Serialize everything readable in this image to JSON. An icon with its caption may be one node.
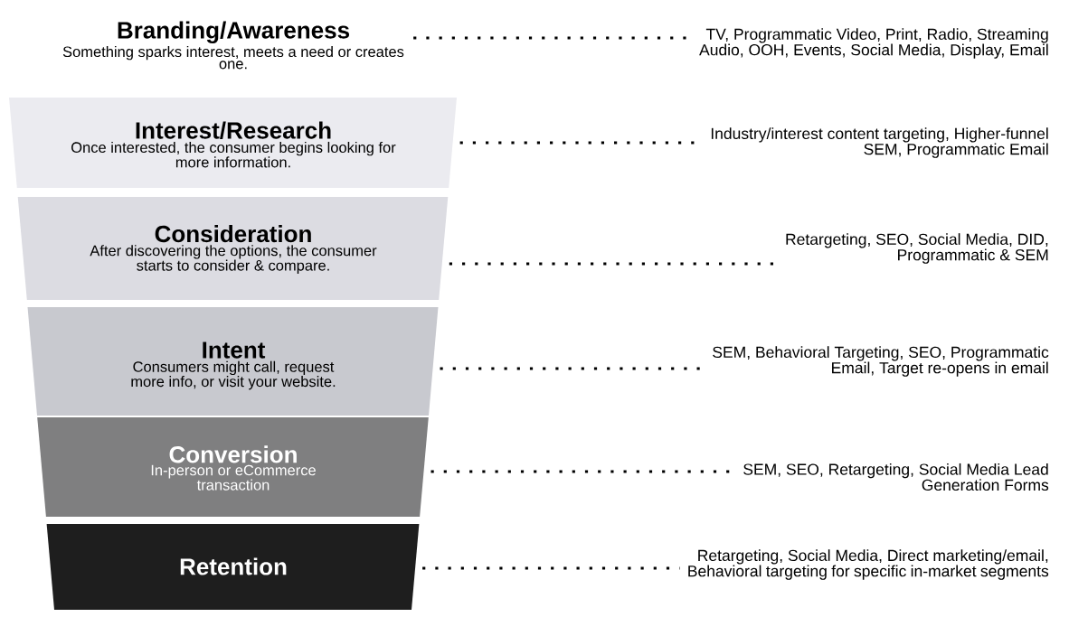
{
  "diagram": {
    "nodes": [
      {
        "text": [
          "Branding/Awareness",
          "Something sparks interest, meets a need or creates one."
        ]
      },
      {
        "text": [
          "Interest/Research",
          "Once interested, the consumer begins looking for more information."
        ]
      },
      {
        "text": [
          "Consideration",
          "After discovering the options, the consumer starts to consider & compare."
        ]
      },
      {
        "text": [
          "Intent",
          "Consumers might call, request more info, or visit your website."
        ]
      },
      {
        "text": [
          "Conversion",
          "In-person or eCommerce transaction"
        ]
      },
      {
        "text": [
          "Retention"
        ]
      },
      {
        "text": [
          "TV, Programmatic Video, Print, Radio, Streaming Audio, OOH, Events, Social Media, Display, Email"
        ]
      },
      {
        "text": [
          "Industry/interest content targeting, Higher-funnel SEM, Programmatic Email"
        ]
      },
      {
        "text": [
          "Retargeting, SEO, Social Media, DID, Programmatic & SEM"
        ]
      },
      {
        "text": [
          "SEM, Behavioral Targeting, SEO, Programmatic Email, Target re-opens in email"
        ]
      },
      {
        "text": [
          "SEM, SEO, Retargeting, Social Media Lead Generation Forms"
        ]
      },
      {
        "text": [
          "Retargeting, Social Media, Direct marketing/email, Behavioral targeting for specific in-market segments"
        ]
      }
    ],
    "edges": [
      {
        "from": 0,
        "to": 6,
        "arrow": "none",
        "style": "dashed"
      },
      {
        "from": 1,
        "to": 7,
        "arrow": "none",
        "style": "dashed"
      },
      {
        "from": 2,
        "to": 8,
        "arrow": "none",
        "style": "dashed"
      },
      {
        "from": 3,
        "to": 9,
        "arrow": "none",
        "style": "dashed"
      },
      {
        "from": 4,
        "to": 10,
        "arrow": "none",
        "style": "dashed"
      },
      {
        "from": 5,
        "to": 11,
        "arrow": "none",
        "style": "dashed"
      }
    ]
  }
}
